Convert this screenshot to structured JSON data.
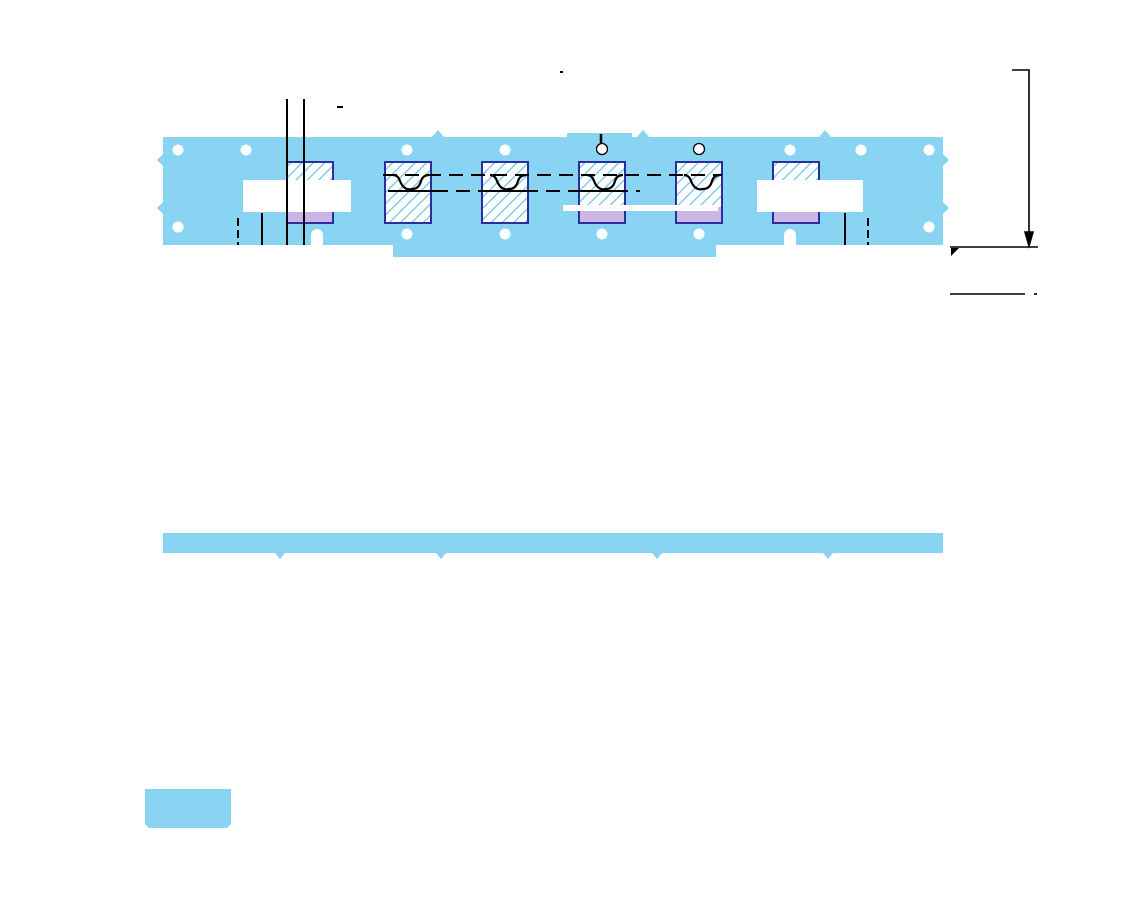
{
  "colors": {
    "panel_fill": "#89d4f2",
    "outline": "#2a2fa0",
    "hatch": "#4fb6e6",
    "lower_band": "#cbb6e6",
    "line": "#000000",
    "background": "#ffffff"
  },
  "diagram": {
    "components": [
      {
        "kind": "plain-box-left"
      },
      {
        "kind": "hatched-box"
      },
      {
        "kind": "hatched-box"
      },
      {
        "kind": "hatched-box-with-terminal"
      },
      {
        "kind": "hatched-box-with-terminal"
      },
      {
        "kind": "plain-box-right"
      }
    ]
  }
}
